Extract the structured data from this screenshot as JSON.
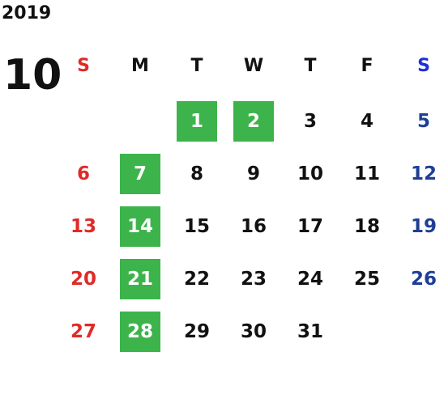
{
  "calendar": {
    "year": "2019",
    "month": "10",
    "weekdays": [
      "S",
      "M",
      "T",
      "W",
      "T",
      "F",
      "S"
    ],
    "first_weekday_index": 2,
    "days": [
      "1",
      "2",
      "3",
      "4",
      "5",
      "6",
      "7",
      "8",
      "9",
      "10",
      "11",
      "12",
      "13",
      "14",
      "15",
      "16",
      "17",
      "18",
      "19",
      "20",
      "21",
      "22",
      "23",
      "24",
      "25",
      "26",
      "27",
      "28",
      "29",
      "30",
      "31"
    ],
    "highlighted_days": [
      "1",
      "2",
      "7",
      "14",
      "21",
      "28"
    ],
    "colors": {
      "sunday": "#e02a26",
      "saturday": "#1f3f95",
      "weekday": "#111111",
      "saturday_header": "#1d2fd6",
      "highlight_bg": "#3cb44b",
      "highlight_text": "#ffffff"
    }
  }
}
